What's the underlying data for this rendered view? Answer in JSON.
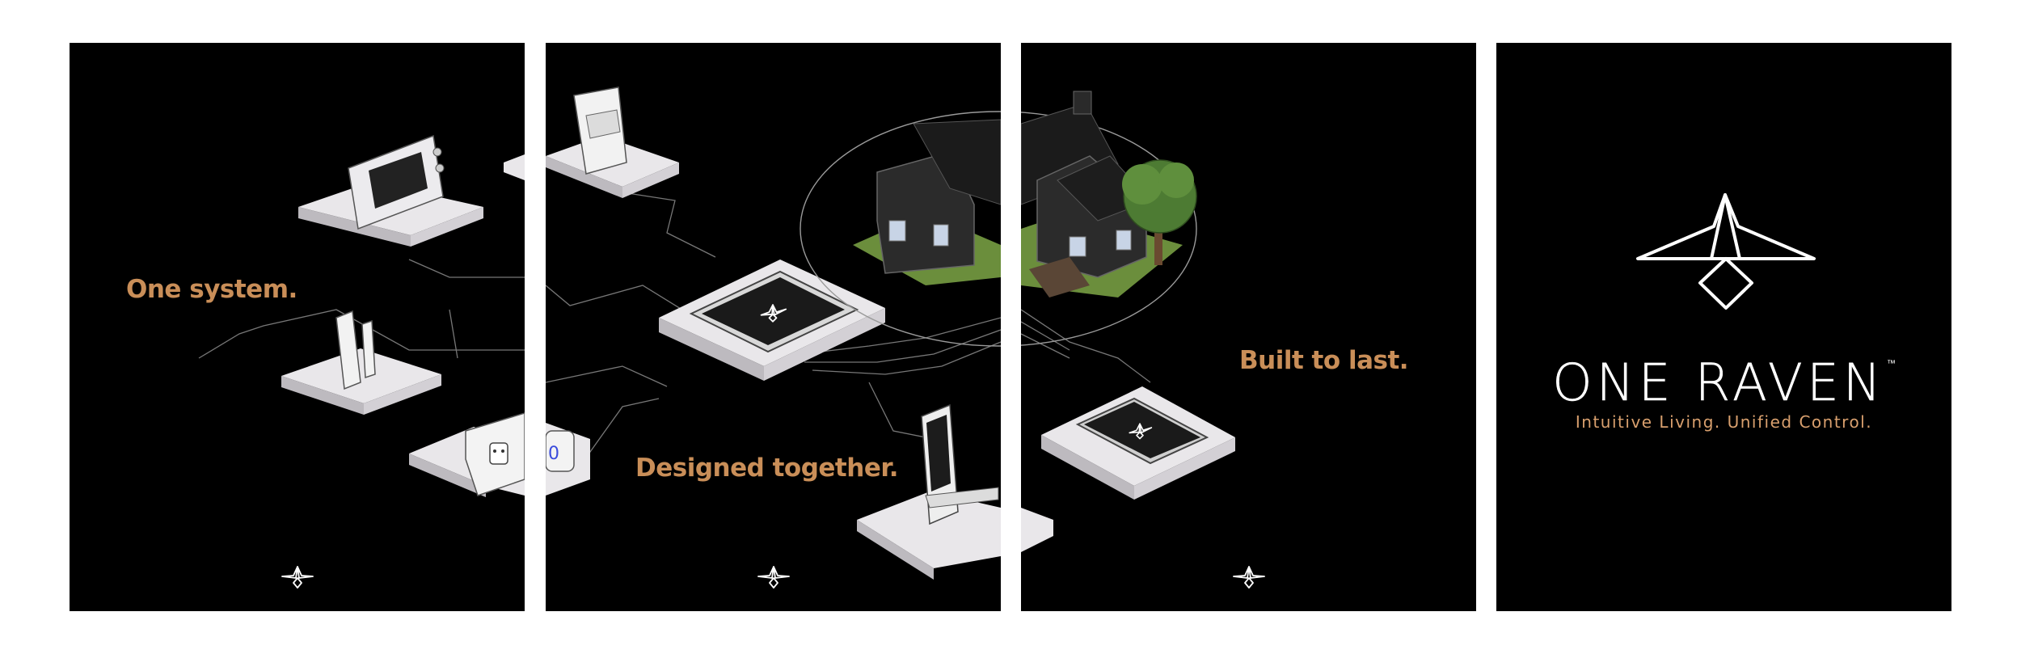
{
  "colors": {
    "panel_bg": "#000000",
    "accent": "#c98e58",
    "slogan": "#d9a06e",
    "line": "#c9c9c9",
    "tile": "#e9e7ea"
  },
  "panels": [
    {
      "tagline": "One system."
    },
    {
      "tagline": "Designed together."
    },
    {
      "tagline": "Built to last."
    },
    {
      "brand": {
        "name": "ONE RAVEN",
        "trademark": "™",
        "slogan": "Intuitive Living. Unified Control."
      }
    }
  ],
  "icons": {
    "panel_footer": "raven-mark-icon",
    "brand_logo": "raven-logo-icon",
    "devices": [
      "thermostat-icon",
      "motion-sensor-icon",
      "door-sensor-icon",
      "smart-plug-icon",
      "hub-tablet-icon",
      "house-icon",
      "smart-lock-icon",
      "smartphone-icon"
    ]
  }
}
